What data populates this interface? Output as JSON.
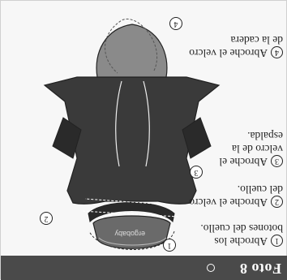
{
  "photo": {
    "title": "Foto 8",
    "steps": [
      {
        "num": "1",
        "lines": [
          "Abroche los",
          "botones del cuello."
        ]
      },
      {
        "num": "2",
        "lines": [
          "Abroche el velcro",
          "del cuello."
        ]
      },
      {
        "num": "3",
        "lines": [
          "Abroche el",
          "velcro de la",
          "espalda."
        ]
      },
      {
        "num": "4",
        "lines": [
          "Abroche el velcro",
          "de la cadera"
        ]
      }
    ],
    "callouts": [
      "1",
      "2",
      "3",
      "4"
    ],
    "garment_brand": "ergobaby"
  },
  "colors": {
    "header_bg": "#4a4a4a",
    "garment_dark": "#3a3a3a",
    "garment_hood": "#8a8a8a"
  }
}
